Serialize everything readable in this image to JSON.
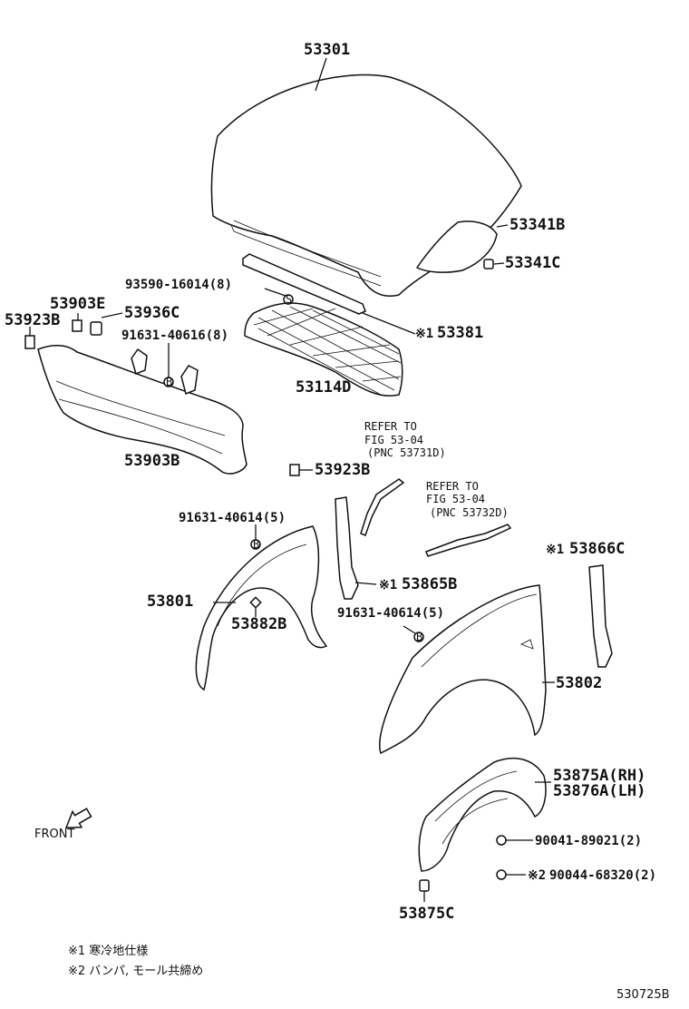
{
  "labels": {
    "p53301": "53301",
    "p53341b": "53341B",
    "p53341c": "53341C",
    "p93590": "93590-16014(8)",
    "p53903e": "53903E",
    "p53936c": "53936C",
    "p53923b_a": "53923B",
    "p91631_40616": "91631-40616(8)",
    "p53381": "53381",
    "p53114d": "53114D",
    "p53903b": "53903B",
    "p53923b_b": "53923B",
    "ref1_line1": "REFER TO",
    "ref1_line2": "FIG 53-04",
    "ref1_line3": "(PNC 53731D)",
    "ref2_line1": "REFER TO",
    "ref2_line2": "FIG 53-04",
    "ref2_line3": "(PNC 53732D)",
    "p91631_a": "91631-40614(5)",
    "p53866c": "53866C",
    "p53865b": "53865B",
    "p91631_b": "91631-40614(5)",
    "p53801": "53801",
    "p53882b": "53882B",
    "p53802": "53802",
    "p53875a": "53875A(RH)",
    "p53876a": "53876A(LH)",
    "p90041": "90041-89021(2)",
    "p90044": "90044-68320(2)",
    "p53875c": "53875C",
    "front": "FRONT",
    "mark1": "※1",
    "mark2": "※2",
    "circle_s": "S",
    "circle_b": "B"
  },
  "notes": {
    "n1": "※1 寒冷地仕様",
    "n2": "※2 バンパ, モール共締め"
  },
  "figure_id": "530725B"
}
